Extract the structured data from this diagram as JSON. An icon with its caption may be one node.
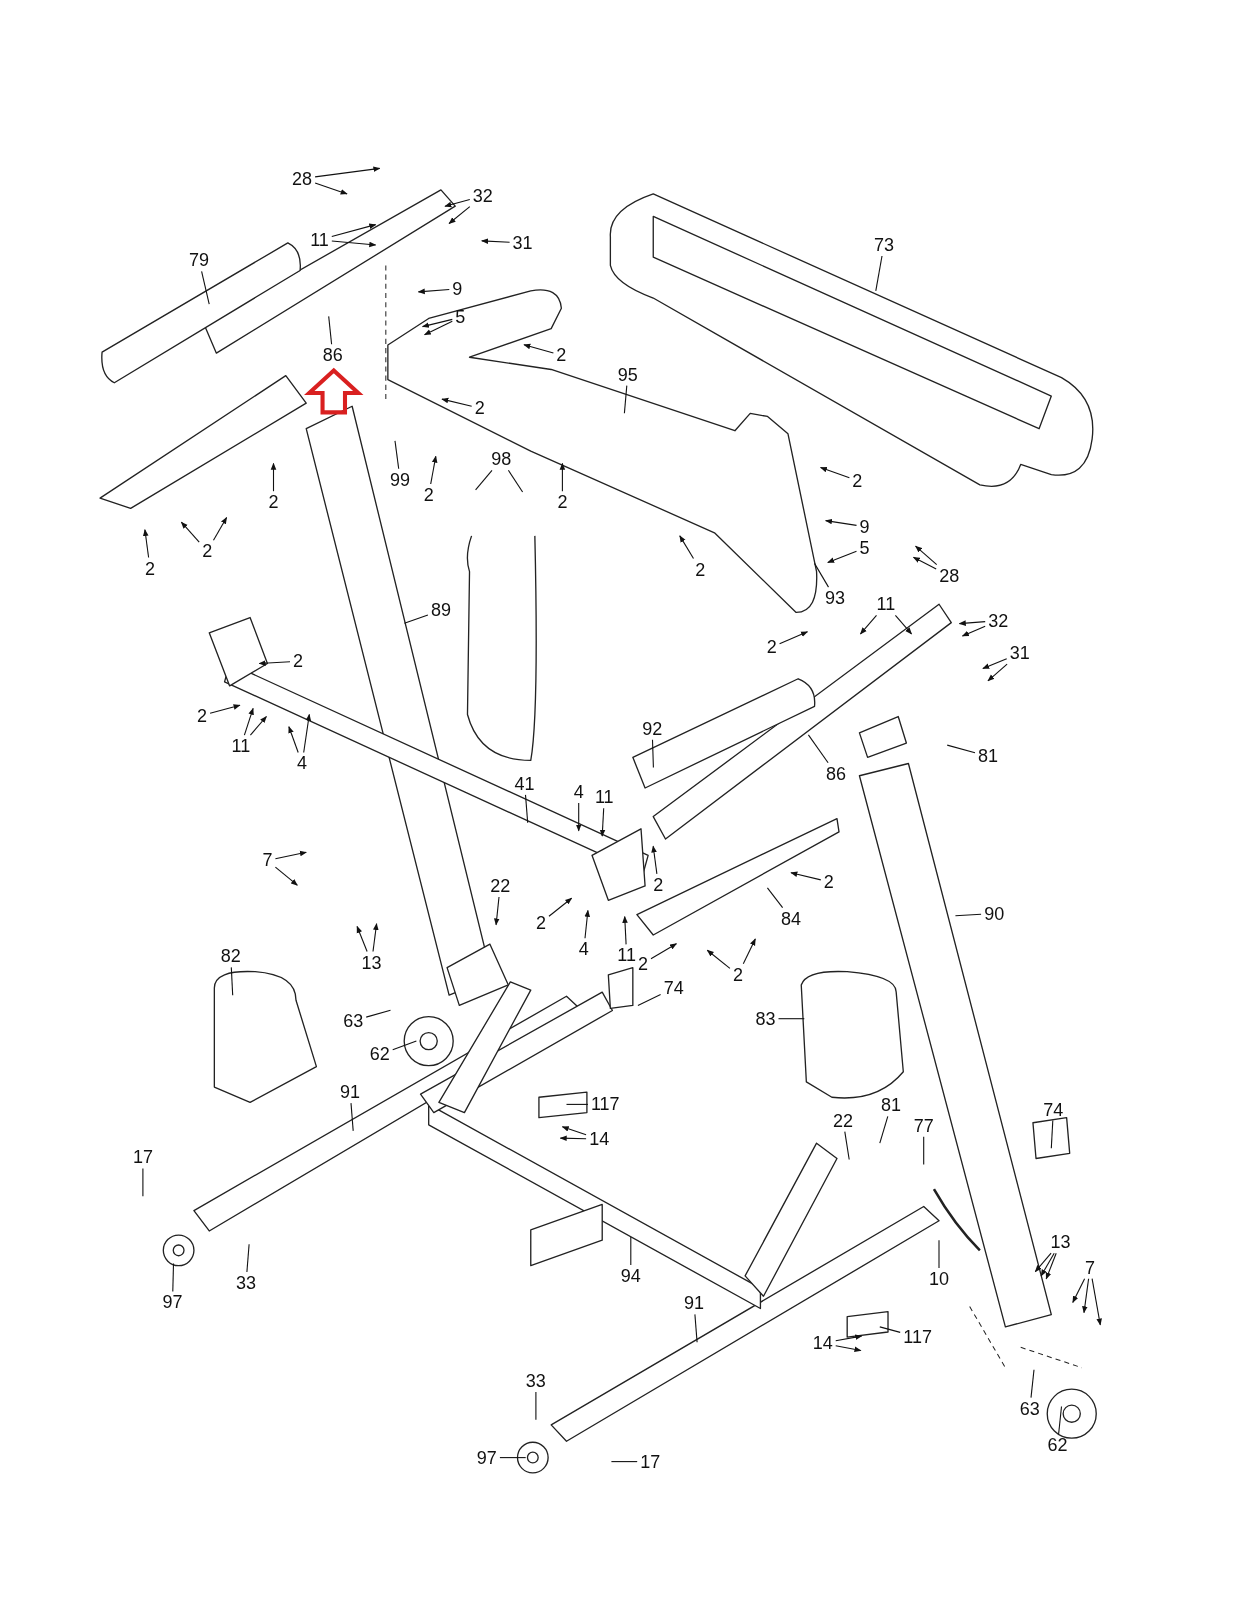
{
  "diagram": {
    "nodes": [
      {
        "text": [
          "28"
        ]
      },
      {
        "text": [
          "11"
        ]
      },
      {
        "text": [
          "32"
        ]
      },
      {
        "text": [
          "31"
        ]
      },
      {
        "text": [
          "79"
        ]
      },
      {
        "text": [
          "9"
        ]
      },
      {
        "text": [
          "5"
        ]
      },
      {
        "text": [
          "86"
        ]
      },
      {
        "text": [
          "2"
        ]
      },
      {
        "text": [
          "95"
        ]
      },
      {
        "text": [
          "2"
        ]
      },
      {
        "text": [
          "98"
        ]
      },
      {
        "text": [
          "2"
        ]
      },
      {
        "text": [
          "99"
        ]
      },
      {
        "text": [
          "2"
        ]
      },
      {
        "text": [
          "2"
        ]
      },
      {
        "text": [
          "2"
        ]
      },
      {
        "text": [
          "2"
        ]
      },
      {
        "text": [
          "2"
        ]
      },
      {
        "text": [
          "9"
        ]
      },
      {
        "text": [
          "5"
        ]
      },
      {
        "text": [
          "93"
        ]
      },
      {
        "text": [
          "2"
        ]
      },
      {
        "text": [
          "28"
        ]
      },
      {
        "text": [
          "11"
        ]
      },
      {
        "text": [
          "32"
        ]
      },
      {
        "text": [
          "31"
        ]
      },
      {
        "text": [
          "89"
        ]
      },
      {
        "text": [
          "2"
        ]
      },
      {
        "text": [
          "2"
        ]
      },
      {
        "text": [
          "2"
        ]
      },
      {
        "text": [
          "11"
        ]
      },
      {
        "text": [
          "4"
        ]
      },
      {
        "text": [
          "92"
        ]
      },
      {
        "text": [
          "81"
        ]
      },
      {
        "text": [
          "86"
        ]
      },
      {
        "text": [
          "4"
        ]
      },
      {
        "text": [
          "11"
        ]
      },
      {
        "text": [
          "41"
        ]
      },
      {
        "text": [
          "7"
        ]
      },
      {
        "text": [
          "22"
        ]
      },
      {
        "text": [
          "2"
        ]
      },
      {
        "text": [
          "2"
        ]
      },
      {
        "text": [
          "90"
        ]
      },
      {
        "text": [
          "2"
        ]
      },
      {
        "text": [
          "4"
        ]
      },
      {
        "text": [
          "11"
        ]
      },
      {
        "text": [
          "84"
        ]
      },
      {
        "text": [
          "13"
        ]
      },
      {
        "text": [
          "2"
        ]
      },
      {
        "text": [
          "2"
        ]
      },
      {
        "text": [
          "74"
        ]
      },
      {
        "text": [
          "82"
        ]
      },
      {
        "text": [
          "63"
        ]
      },
      {
        "text": [
          "62"
        ]
      },
      {
        "text": [
          "83"
        ]
      },
      {
        "text": [
          "91"
        ]
      },
      {
        "text": [
          "117"
        ]
      },
      {
        "text": [
          "14"
        ]
      },
      {
        "text": [
          "81"
        ]
      },
      {
        "text": [
          "77"
        ]
      },
      {
        "text": [
          "22"
        ]
      },
      {
        "text": [
          "74"
        ]
      },
      {
        "text": [
          "17"
        ]
      },
      {
        "text": [
          "97"
        ]
      },
      {
        "text": [
          "33"
        ]
      },
      {
        "text": [
          "94"
        ]
      },
      {
        "text": [
          "10"
        ]
      },
      {
        "text": [
          "13"
        ]
      },
      {
        "text": [
          "7"
        ]
      },
      {
        "text": [
          "91"
        ]
      },
      {
        "text": [
          "117"
        ]
      },
      {
        "text": [
          "14"
        ]
      },
      {
        "text": [
          "33"
        ]
      },
      {
        "text": [
          "97"
        ]
      },
      {
        "text": [
          "17"
        ]
      },
      {
        "text": [
          "63"
        ]
      },
      {
        "text": [
          "62"
        ]
      },
      {
        "text": [
          "73"
        ]
      }
    ],
    "edges": [
      {
        "from": 0,
        "to": null,
        "arrow": "to"
      },
      {
        "from": 0,
        "to": null,
        "arrow": "to"
      },
      {
        "from": 1,
        "to": null,
        "arrow": "to"
      },
      {
        "from": 1,
        "to": null,
        "arrow": "to"
      },
      {
        "from": 2,
        "to": null,
        "arrow": "to"
      },
      {
        "from": 2,
        "to": null,
        "arrow": "to"
      },
      {
        "from": 3,
        "to": null,
        "arrow": "to"
      },
      {
        "from": 4,
        "to": null,
        "arrow": "none"
      },
      {
        "from": 5,
        "to": null,
        "arrow": "to"
      },
      {
        "from": 6,
        "to": null,
        "arrow": "to"
      },
      {
        "from": 6,
        "to": null,
        "arrow": "to"
      },
      {
        "from": 7,
        "to": null,
        "arrow": "none"
      },
      {
        "from": 8,
        "to": null,
        "arrow": "to"
      },
      {
        "from": 9,
        "to": null,
        "arrow": "none"
      },
      {
        "from": 10,
        "to": null,
        "arrow": "to"
      },
      {
        "from": 11,
        "to": null,
        "arrow": "none"
      },
      {
        "from": 11,
        "to": null,
        "arrow": "none"
      },
      {
        "from": 12,
        "to": null,
        "arrow": "to"
      },
      {
        "from": 13,
        "to": null,
        "arrow": "none"
      },
      {
        "from": 14,
        "to": null,
        "arrow": "to"
      },
      {
        "from": 15,
        "to": null,
        "arrow": "to"
      },
      {
        "from": 16,
        "to": null,
        "arrow": "to"
      },
      {
        "from": 17,
        "to": null,
        "arrow": "to"
      },
      {
        "from": 17,
        "to": null,
        "arrow": "to"
      },
      {
        "from": 18,
        "to": null,
        "arrow": "to"
      },
      {
        "from": 19,
        "to": null,
        "arrow": "to"
      },
      {
        "from": 20,
        "to": null,
        "arrow": "to"
      },
      {
        "from": 21,
        "to": null,
        "arrow": "none"
      },
      {
        "from": 22,
        "to": null,
        "arrow": "to"
      },
      {
        "from": 23,
        "to": null,
        "arrow": "to"
      },
      {
        "from": 23,
        "to": null,
        "arrow": "to"
      },
      {
        "from": 24,
        "to": null,
        "arrow": "to"
      },
      {
        "from": 24,
        "to": null,
        "arrow": "to"
      },
      {
        "from": 25,
        "to": null,
        "arrow": "to"
      },
      {
        "from": 25,
        "to": null,
        "arrow": "to"
      },
      {
        "from": 26,
        "to": null,
        "arrow": "to"
      },
      {
        "from": 26,
        "to": null,
        "arrow": "to"
      },
      {
        "from": 27,
        "to": null,
        "arrow": "none"
      },
      {
        "from": 28,
        "to": null,
        "arrow": "to"
      },
      {
        "from": 29,
        "to": null,
        "arrow": "to"
      },
      {
        "from": 30,
        "to": null,
        "arrow": "to"
      },
      {
        "from": 31,
        "to": null,
        "arrow": "to"
      },
      {
        "from": 31,
        "to": null,
        "arrow": "to"
      },
      {
        "from": 32,
        "to": null,
        "arrow": "to"
      },
      {
        "from": 32,
        "to": null,
        "arrow": "to"
      },
      {
        "from": 33,
        "to": null,
        "arrow": "none"
      },
      {
        "from": 34,
        "to": null,
        "arrow": "none"
      },
      {
        "from": 35,
        "to": null,
        "arrow": "none"
      },
      {
        "from": 36,
        "to": null,
        "arrow": "to"
      },
      {
        "from": 37,
        "to": null,
        "arrow": "to"
      },
      {
        "from": 38,
        "to": null,
        "arrow": "none"
      },
      {
        "from": 39,
        "to": null,
        "arrow": "to"
      },
      {
        "from": 39,
        "to": null,
        "arrow": "to"
      },
      {
        "from": 40,
        "to": null,
        "arrow": "to"
      },
      {
        "from": 41,
        "to": null,
        "arrow": "to"
      },
      {
        "from": 42,
        "to": null,
        "arrow": "to"
      },
      {
        "from": 43,
        "to": null,
        "arrow": "none"
      },
      {
        "from": 44,
        "to": null,
        "arrow": "to"
      },
      {
        "from": 45,
        "to": null,
        "arrow": "to"
      },
      {
        "from": 46,
        "to": null,
        "arrow": "to"
      },
      {
        "from": 47,
        "to": null,
        "arrow": "none"
      },
      {
        "from": 48,
        "to": null,
        "arrow": "to"
      },
      {
        "from": 48,
        "to": null,
        "arrow": "to"
      },
      {
        "from": 49,
        "to": null,
        "arrow": "to"
      },
      {
        "from": 50,
        "to": null,
        "arrow": "to"
      },
      {
        "from": 50,
        "to": null,
        "arrow": "to"
      },
      {
        "from": 51,
        "to": null,
        "arrow": "none"
      },
      {
        "from": 52,
        "to": null,
        "arrow": "none"
      },
      {
        "from": 53,
        "to": null,
        "arrow": "none"
      },
      {
        "from": 54,
        "to": null,
        "arrow": "none"
      },
      {
        "from": 55,
        "to": null,
        "arrow": "none"
      },
      {
        "from": 56,
        "to": null,
        "arrow": "none"
      },
      {
        "from": 57,
        "to": null,
        "arrow": "none"
      },
      {
        "from": 58,
        "to": null,
        "arrow": "to"
      },
      {
        "from": 58,
        "to": null,
        "arrow": "to"
      },
      {
        "from": 59,
        "to": null,
        "arrow": "none"
      },
      {
        "from": 60,
        "to": null,
        "arrow": "none"
      },
      {
        "from": 61,
        "to": null,
        "arrow": "none"
      },
      {
        "from": 62,
        "to": null,
        "arrow": "none"
      },
      {
        "from": 63,
        "to": null,
        "arrow": "none"
      },
      {
        "from": 64,
        "to": null,
        "arrow": "none"
      },
      {
        "from": 65,
        "to": null,
        "arrow": "none"
      },
      {
        "from": 66,
        "to": null,
        "arrow": "none"
      },
      {
        "from": 67,
        "to": null,
        "arrow": "none"
      },
      {
        "from": 68,
        "to": null,
        "arrow": "to"
      },
      {
        "from": 68,
        "to": null,
        "arrow": "to"
      },
      {
        "from": 68,
        "to": null,
        "arrow": "to"
      },
      {
        "from": 69,
        "to": null,
        "arrow": "to"
      },
      {
        "from": 69,
        "to": null,
        "arrow": "to"
      },
      {
        "from": 69,
        "to": null,
        "arrow": "to"
      },
      {
        "from": 70,
        "to": null,
        "arrow": "none"
      },
      {
        "from": 71,
        "to": null,
        "arrow": "none"
      },
      {
        "from": 72,
        "to": null,
        "arrow": "to"
      },
      {
        "from": 72,
        "to": null,
        "arrow": "to"
      },
      {
        "from": 73,
        "to": null,
        "arrow": "none"
      },
      {
        "from": 74,
        "to": null,
        "arrow": "none"
      },
      {
        "from": 75,
        "to": null,
        "arrow": "none"
      },
      {
        "from": 76,
        "to": null,
        "arrow": "none"
      },
      {
        "from": 77,
        "to": null,
        "arrow": "none"
      },
      {
        "from": 78,
        "to": null,
        "arrow": "none"
      }
    ]
  }
}
